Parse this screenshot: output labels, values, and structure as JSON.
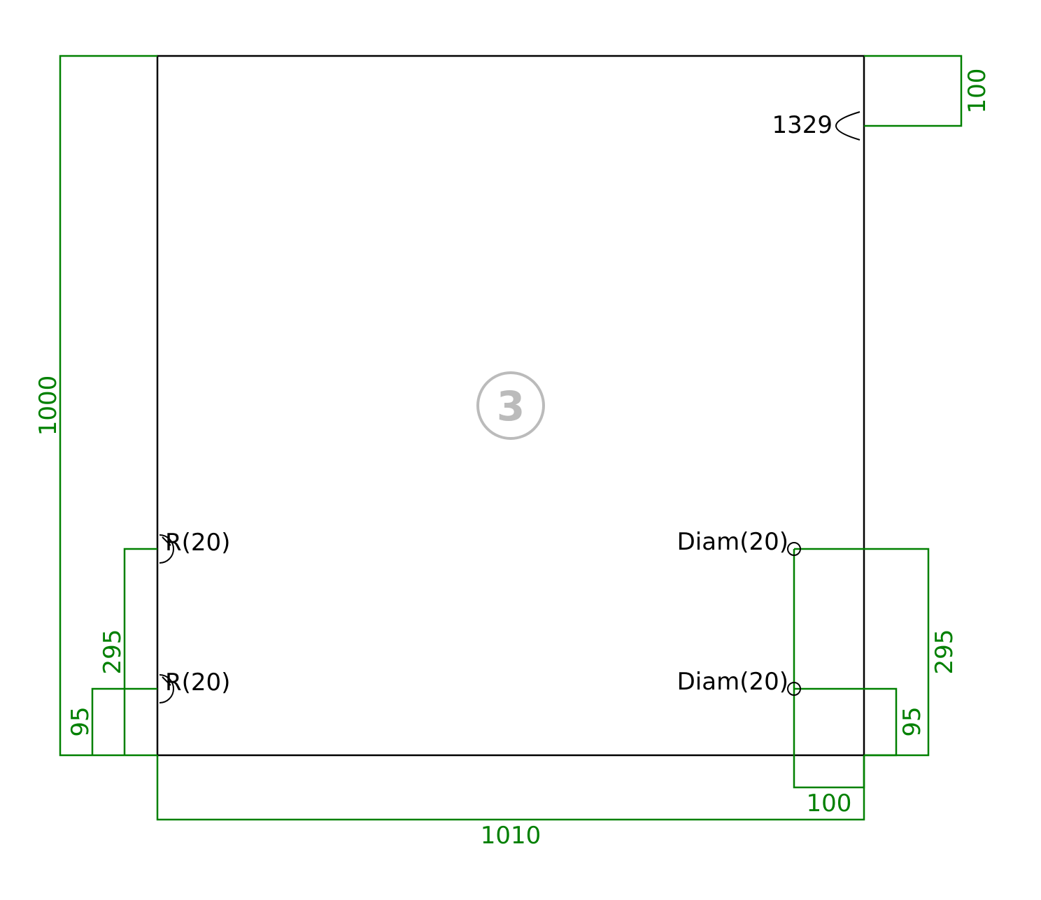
{
  "drawing": {
    "part_number": "3",
    "colors": {
      "dimension": "#008000",
      "outline": "#000000",
      "badge": "#bbbbbb"
    },
    "dimensions": {
      "height_total": "1000",
      "width_total": "1010",
      "top_right_offset": "100",
      "left_upper_hole": "295",
      "left_lower_hole": "95",
      "right_upper_hole": "295",
      "right_lower_hole": "95",
      "right_hole_offset": "100"
    },
    "labels": {
      "edge_profile": "1329",
      "left_upper_radius": "R(20)",
      "left_lower_radius": "R(20)",
      "right_upper_diam": "Diam(20)",
      "right_lower_diam": "Diam(20)"
    }
  }
}
